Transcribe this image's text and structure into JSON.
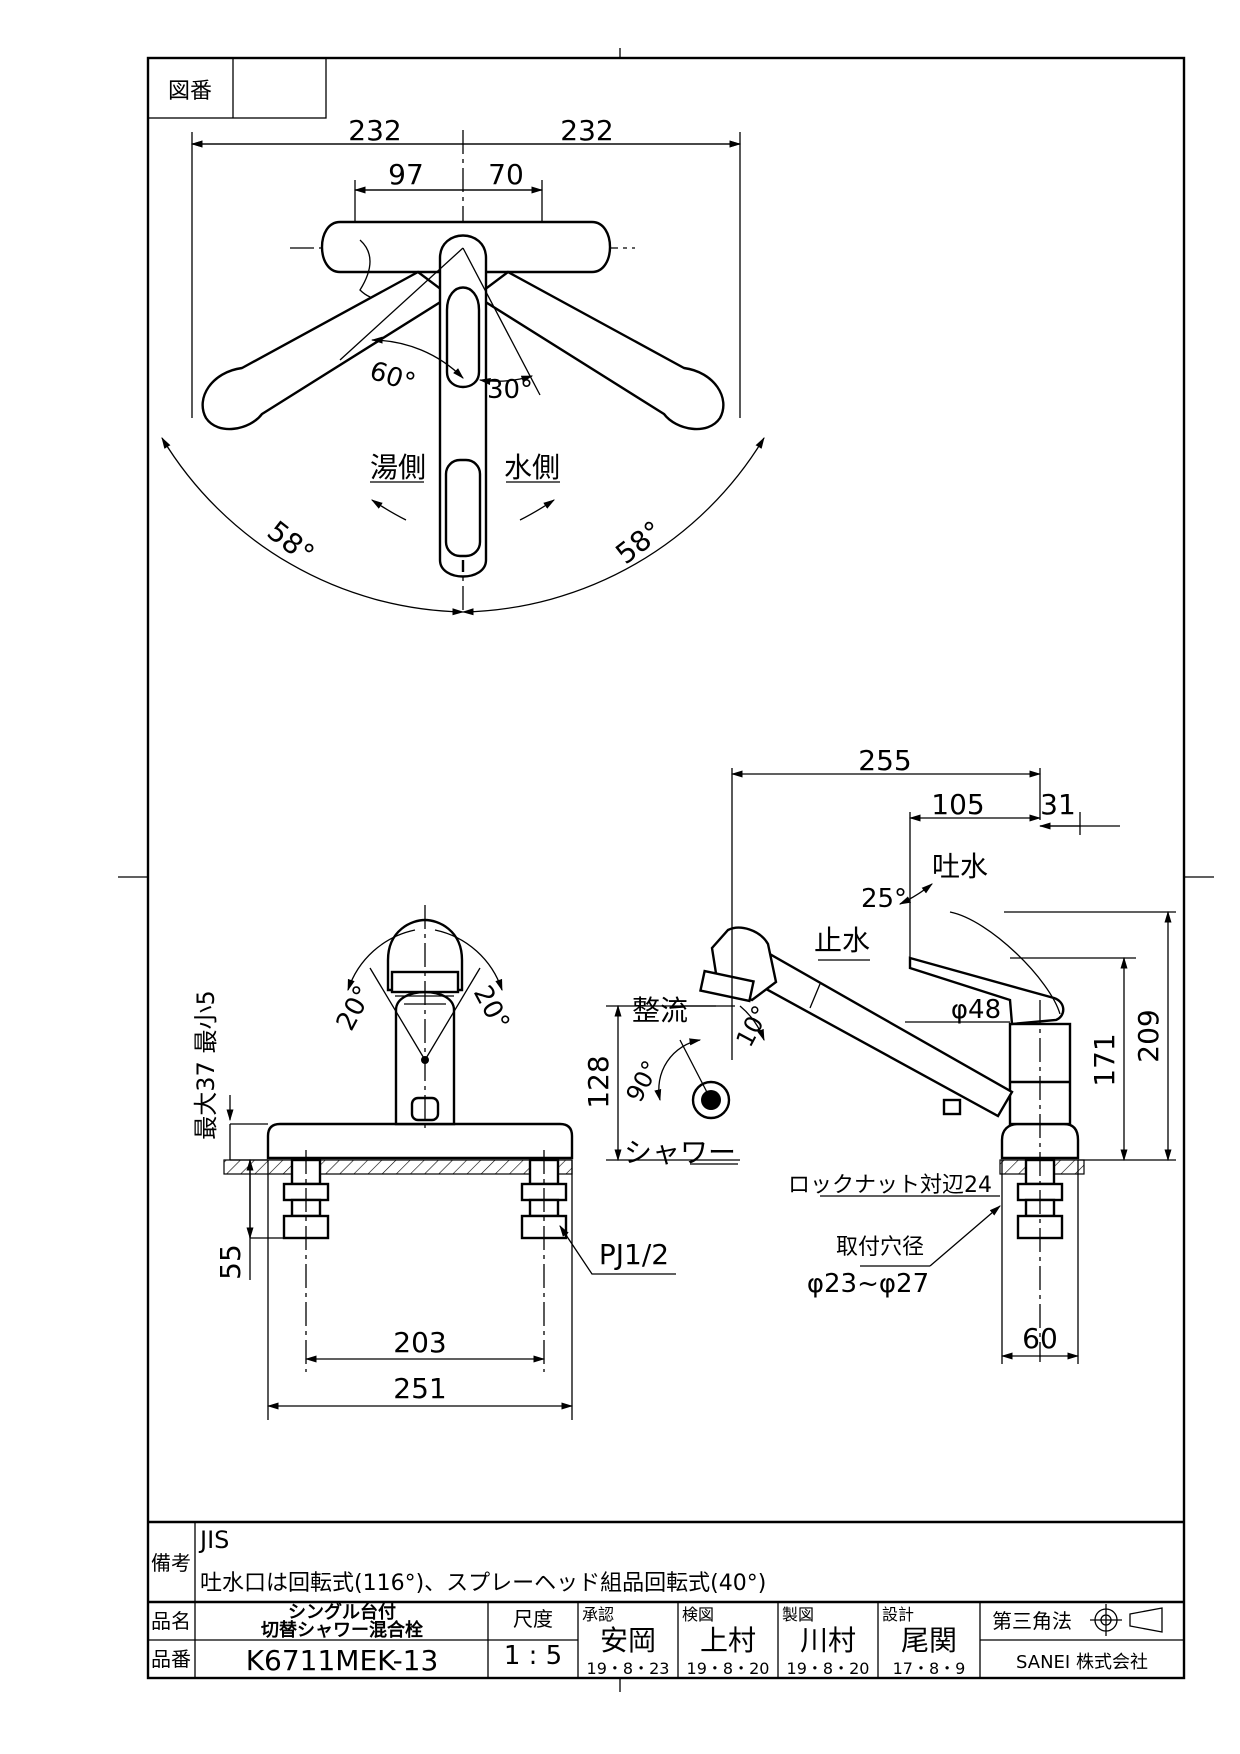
{
  "drawing_number_label": "図番",
  "drawing_number_value": "",
  "top_view": {
    "dims": [
      "232",
      "232",
      "97",
      "70"
    ],
    "angles": [
      "60°",
      "30°",
      "58°",
      "58°"
    ],
    "hot_side": "湯側",
    "cold_side": "水側"
  },
  "front_view": {
    "angles": [
      "20°",
      "20°"
    ],
    "height_range": "最大37 最小5",
    "dims": [
      "55",
      "203",
      "251"
    ],
    "thread": "PJ1/2"
  },
  "side_view": {
    "dims": [
      "255",
      "105",
      "31",
      "209",
      "171",
      "128",
      "60"
    ],
    "labels": {
      "spout": "吐水",
      "stop": "止水",
      "straighten": "整流",
      "shower": "シャワー",
      "dia48": "φ48",
      "angle25": "25°",
      "angle10": "10°",
      "angle90": "90°",
      "locknut": "ロックナット対辺24",
      "hole_title": "取付穴径",
      "hole_range": "φ23~φ27"
    }
  },
  "title_block": {
    "remarks_label": "備考",
    "remarks": [
      "JIS",
      "吐水口は回転式(116°)、スプレーヘッド組品回転式(40°)"
    ],
    "name_label": "品名",
    "name_lines": [
      "シングル台付",
      "切替シャワー混合栓"
    ],
    "number_label": "品番",
    "product_number": "K6711MEK-13",
    "scale_label": "尺度",
    "scale": "1 : 5",
    "roles": [
      {
        "role": "承認",
        "name": "安岡",
        "date": "19・8・23"
      },
      {
        "role": "検図",
        "name": "上村",
        "date": "19・8・20"
      },
      {
        "role": "製図",
        "name": "川村",
        "date": "19・8・20"
      },
      {
        "role": "設計",
        "name": "尾関",
        "date": "17・8・9"
      }
    ],
    "projection": "第三角法",
    "company": "SANEI 株式会社"
  }
}
